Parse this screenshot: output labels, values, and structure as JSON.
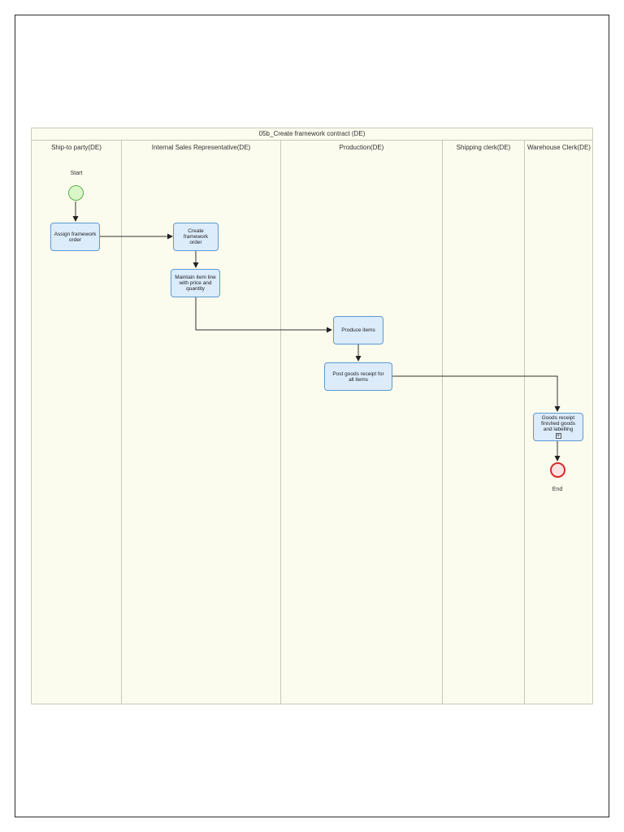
{
  "diagram": {
    "pool_title": "05b_Create framework contract (DE)",
    "lanes": [
      {
        "id": "ship",
        "label": "Ship-to party(DE)"
      },
      {
        "id": "isr",
        "label": "Internal Sales Representative(DE)"
      },
      {
        "id": "prod",
        "label": "Production(DE)"
      },
      {
        "id": "shipclerk",
        "label": "Shipping clerk(DE)"
      },
      {
        "id": "wh",
        "label": "Warehouse Clerk(DE)"
      }
    ],
    "start_event": {
      "label": "Start"
    },
    "end_event": {
      "label": "End"
    },
    "tasks": {
      "assign": "Assign framework order",
      "create": "Create framework order",
      "maintain": "Maintain item line with price and quantity",
      "produce": "Produce items",
      "post": "Post goods receipt for all items",
      "goods_receipt": "Goods receipt finished goods and labelling"
    },
    "colors": {
      "task_fill": "#dcecfb",
      "task_border": "#5b9bd5",
      "start_fill": "#d9f7c9",
      "start_border": "#5db04a",
      "end_fill": "#fde3e3",
      "end_border": "#d62b2b",
      "lane_fill": "#fbfbee"
    }
  }
}
